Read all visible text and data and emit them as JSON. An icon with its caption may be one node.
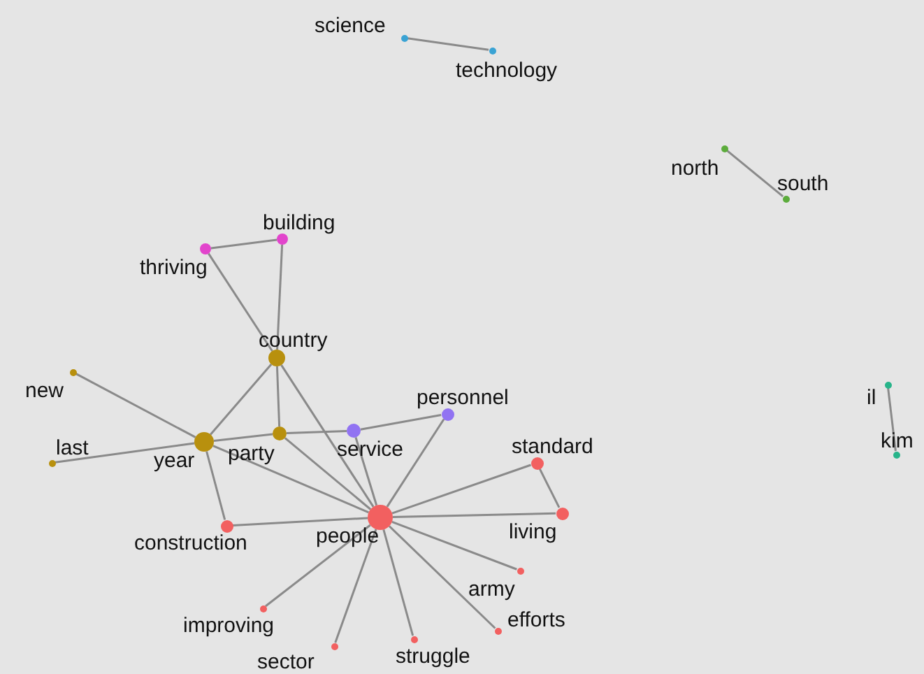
{
  "diagram": {
    "nodes": [
      {
        "text": [
          "science"
        ]
      },
      {
        "text": [
          "technology"
        ]
      },
      {
        "text": [
          "north"
        ]
      },
      {
        "text": [
          "south"
        ]
      },
      {
        "text": [
          "il"
        ]
      },
      {
        "text": [
          "kim"
        ]
      },
      {
        "text": [
          "building"
        ]
      },
      {
        "text": [
          "thriving"
        ]
      },
      {
        "text": [
          "country"
        ]
      },
      {
        "text": [
          "new"
        ]
      },
      {
        "text": [
          "last"
        ]
      },
      {
        "text": [
          "year"
        ]
      },
      {
        "text": [
          "party"
        ]
      },
      {
        "text": [
          "service"
        ]
      },
      {
        "text": [
          "personnel"
        ]
      },
      {
        "text": [
          "standard"
        ]
      },
      {
        "text": [
          "construction"
        ]
      },
      {
        "text": [
          "people"
        ]
      },
      {
        "text": [
          "living"
        ]
      },
      {
        "text": [
          "army"
        ]
      },
      {
        "text": [
          "improving"
        ]
      },
      {
        "text": [
          "efforts"
        ]
      },
      {
        "text": [
          "sector"
        ]
      },
      {
        "text": [
          "struggle"
        ]
      }
    ],
    "edges": [
      {
        "from": 0,
        "to": 1,
        "arrow": "none"
      },
      {
        "from": 2,
        "to": 3,
        "arrow": "none"
      },
      {
        "from": 4,
        "to": 5,
        "arrow": "none"
      },
      {
        "from": 7,
        "to": 6,
        "arrow": "none"
      },
      {
        "from": 7,
        "to": 8,
        "arrow": "none"
      },
      {
        "from": 6,
        "to": 8,
        "arrow": "none"
      },
      {
        "from": 8,
        "to": 11,
        "arrow": "none"
      },
      {
        "from": 8,
        "to": 12,
        "arrow": "none"
      },
      {
        "from": 8,
        "to": 17,
        "arrow": "none"
      },
      {
        "from": 9,
        "to": 11,
        "arrow": "none"
      },
      {
        "from": 10,
        "to": 11,
        "arrow": "none"
      },
      {
        "from": 11,
        "to": 12,
        "arrow": "none"
      },
      {
        "from": 12,
        "to": 13,
        "arrow": "none"
      },
      {
        "from": 13,
        "to": 14,
        "arrow": "none"
      },
      {
        "from": 11,
        "to": 16,
        "arrow": "none"
      },
      {
        "from": 11,
        "to": 17,
        "arrow": "none"
      },
      {
        "from": 12,
        "to": 17,
        "arrow": "none"
      },
      {
        "from": 13,
        "to": 17,
        "arrow": "none"
      },
      {
        "from": 14,
        "to": 17,
        "arrow": "none"
      },
      {
        "from": 16,
        "to": 17,
        "arrow": "none"
      },
      {
        "from": 17,
        "to": 15,
        "arrow": "none"
      },
      {
        "from": 17,
        "to": 18,
        "arrow": "none"
      },
      {
        "from": 15,
        "to": 18,
        "arrow": "none"
      },
      {
        "from": 17,
        "to": 19,
        "arrow": "none"
      },
      {
        "from": 17,
        "to": 21,
        "arrow": "none"
      },
      {
        "from": 17,
        "to": 23,
        "arrow": "none"
      },
      {
        "from": 17,
        "to": 22,
        "arrow": "none"
      },
      {
        "from": 17,
        "to": 20,
        "arrow": "none"
      }
    ]
  }
}
